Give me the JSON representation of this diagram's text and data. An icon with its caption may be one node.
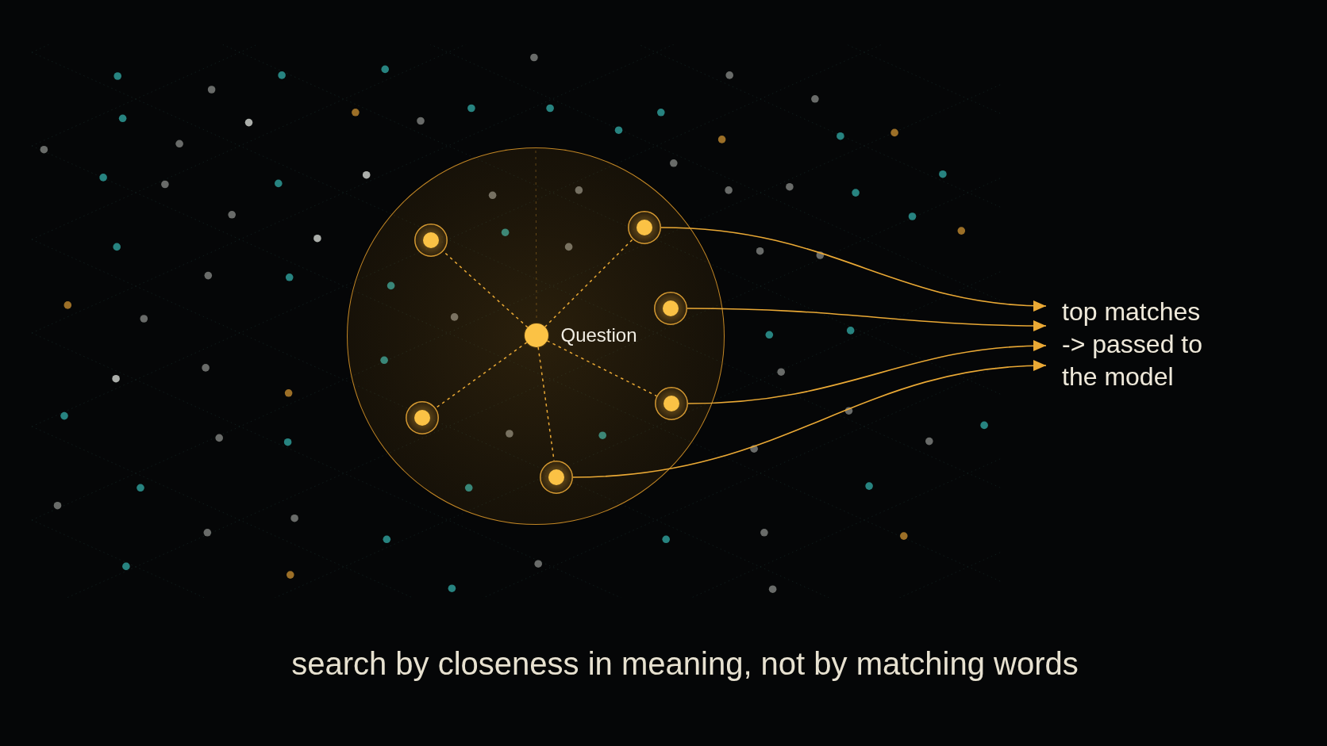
{
  "diagram": {
    "caption": "search by closeness in meaning, not by matching words",
    "nodes": [
      {
        "text": [],
        "shape": "circle"
      },
      {
        "text": [],
        "shape": "circle",
        "in": 0
      },
      {
        "text": [],
        "shape": "circle",
        "in": 0
      },
      {
        "text": [],
        "shape": "circle",
        "in": 0
      },
      {
        "text": [],
        "shape": "circle",
        "beside": [
          "Question"
        ],
        "in": 0
      },
      {
        "text": [],
        "shape": "circle",
        "in": 0
      },
      {
        "text": [],
        "shape": "circle",
        "in": 0
      },
      {
        "text": [],
        "shape": "circle",
        "in": 0
      },
      {
        "text": [
          "top matches -> passed to the model"
        ]
      }
    ],
    "edges": [
      {
        "from": 4,
        "to": 1,
        "arrow": "none",
        "style": "dashed"
      },
      {
        "from": 4,
        "to": 2,
        "arrow": "none",
        "style": "dashed"
      },
      {
        "from": 4,
        "to": 5,
        "arrow": "none",
        "style": "dashed"
      },
      {
        "from": 4,
        "to": 6,
        "arrow": "none",
        "style": "dashed"
      },
      {
        "from": 4,
        "to": 7,
        "arrow": "none",
        "style": "dashed"
      },
      {
        "from": 2,
        "to": 8,
        "arrow": "to"
      },
      {
        "from": 3,
        "to": 8,
        "arrow": "to"
      },
      {
        "from": 6,
        "to": 8,
        "arrow": "to"
      },
      {
        "from": 7,
        "to": 8,
        "arrow": "to"
      }
    ]
  }
}
